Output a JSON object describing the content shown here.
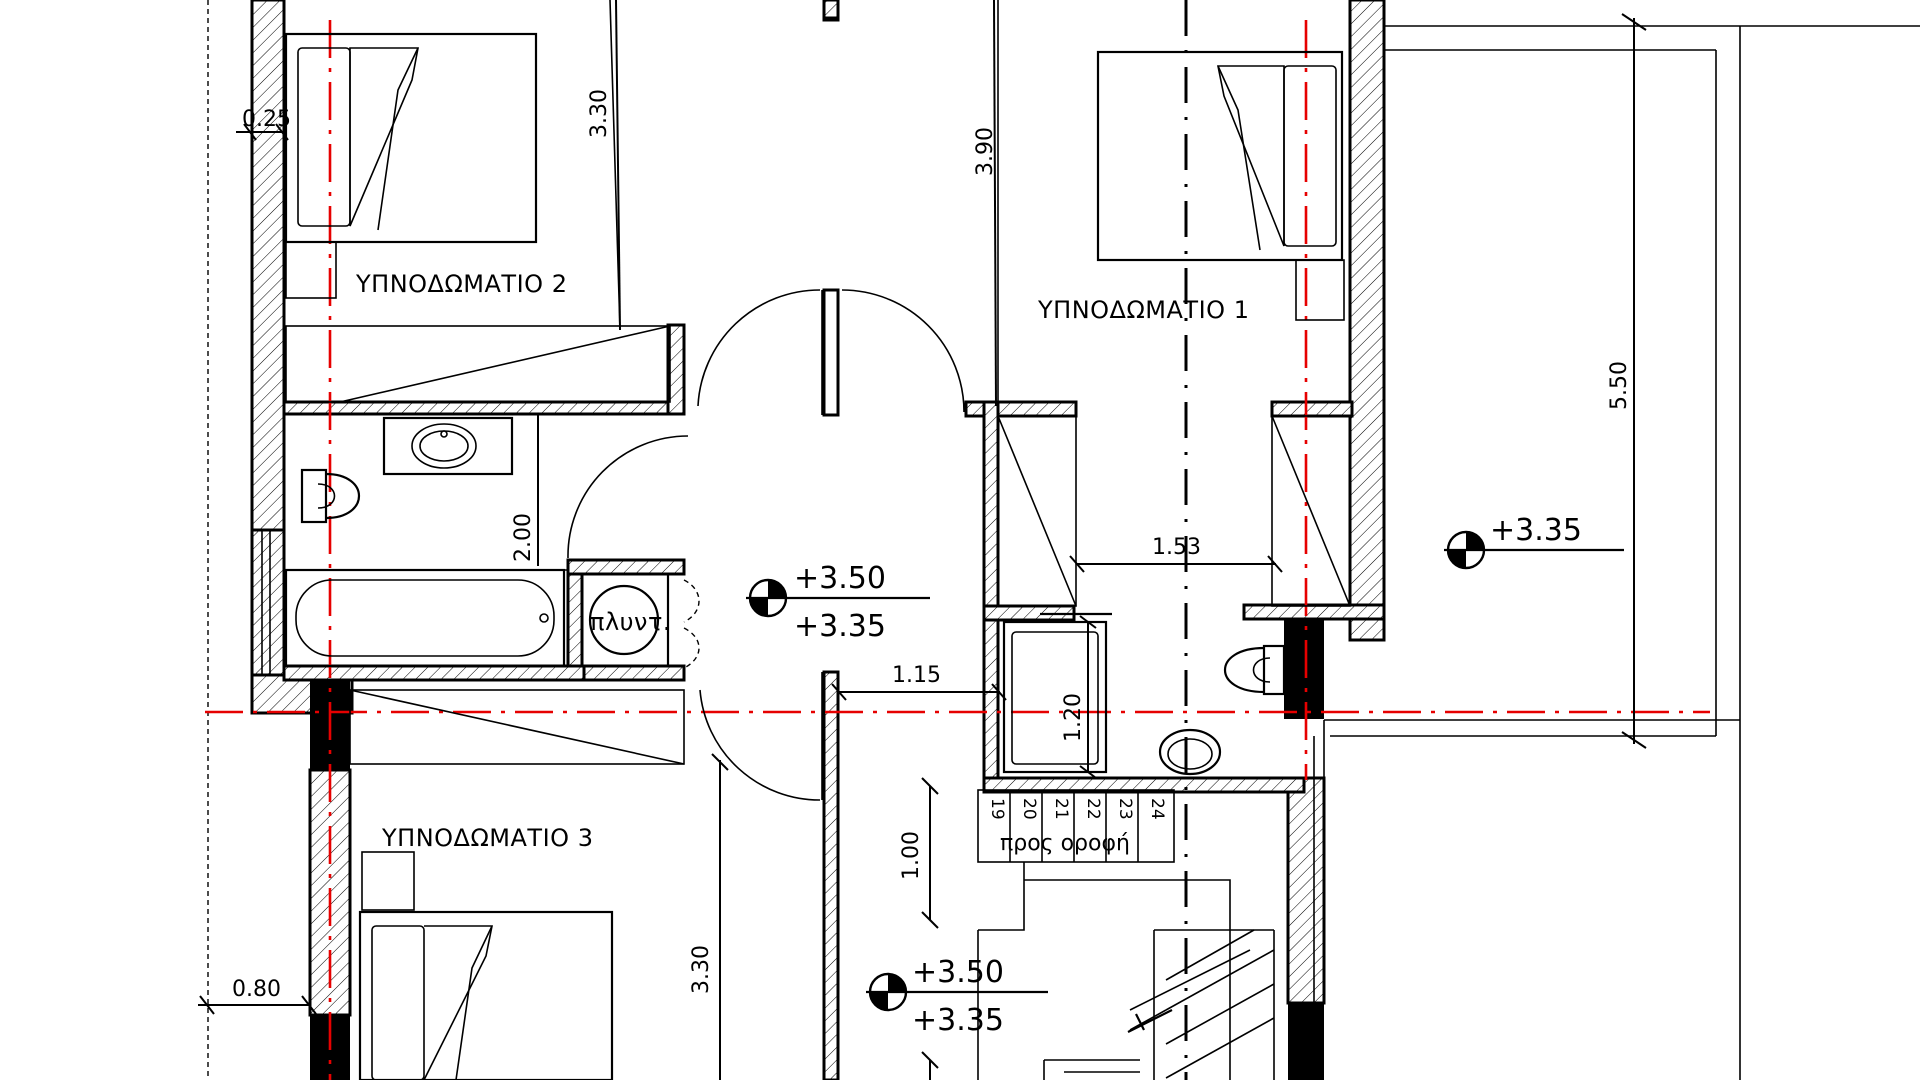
{
  "rooms": {
    "bedroom2": "ΥΠΝΟΔΩΜΑΤΙΟ 2",
    "bedroom1": "ΥΠΝΟΔΩΜΑΤΙΟ 1",
    "bedroom3": "ΥΠΝΟΔΩΜΑΤΙΟ 3"
  },
  "dimensions": {
    "d_025": "0.25",
    "d_330_top": "3.30",
    "d_390": "3.90",
    "d_550": "5.50",
    "d_200": "2.00",
    "d_153": "1.53",
    "d_115": "1.15",
    "d_120": "1.20",
    "d_100": "1.00",
    "d_330_bottom": "3.30",
    "d_080": "0.80"
  },
  "levels": {
    "hall_top": "+3.50",
    "hall_bottom": "+3.35",
    "terrace": "+3.35",
    "stair_top": "+3.50",
    "stair_bottom": "+3.35"
  },
  "labels": {
    "washer": "πλυντ.",
    "to_roof": "προς οροφή"
  },
  "stairs": {
    "steps": [
      "19",
      "20",
      "21",
      "22",
      "23",
      "24"
    ]
  },
  "colors": {
    "axis_red": "#e60000",
    "ink": "#000000"
  }
}
